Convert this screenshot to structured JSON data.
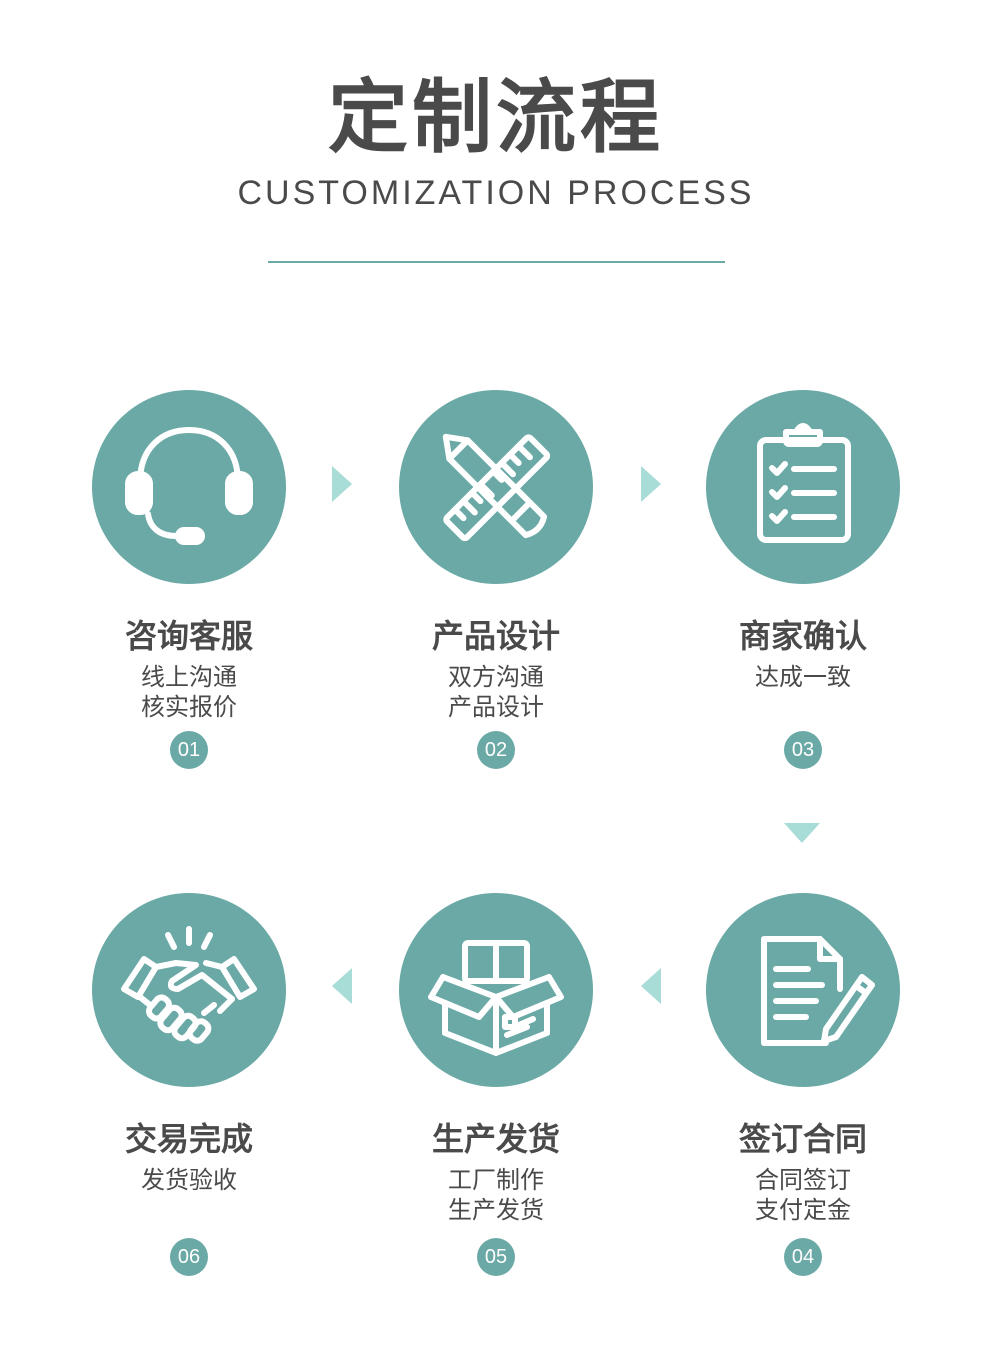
{
  "header": {
    "title": "定制流程",
    "subtitle": "CUSTOMIZATION PROCESS"
  },
  "colors": {
    "accent": "#6aa9a6",
    "arrow": "#a8dcd6",
    "text": "#4a4a4a"
  },
  "steps": [
    {
      "title": "咨询客服",
      "lines": [
        "线上沟通",
        "核实报价"
      ],
      "number": "01",
      "icon": "headset-icon"
    },
    {
      "title": "产品设计",
      "lines": [
        "双方沟通",
        "产品设计"
      ],
      "number": "02",
      "icon": "pencil-ruler-icon"
    },
    {
      "title": "商家确认",
      "lines": [
        "达成一致"
      ],
      "number": "03",
      "icon": "clipboard-checklist-icon"
    },
    {
      "title": "签订合同",
      "lines": [
        "合同签订",
        "支付定金"
      ],
      "number": "04",
      "icon": "contract-sign-icon"
    },
    {
      "title": "生产发货",
      "lines": [
        "工厂制作",
        "生产发货"
      ],
      "number": "05",
      "icon": "package-box-icon"
    },
    {
      "title": "交易完成",
      "lines": [
        "发货验收"
      ],
      "number": "06",
      "icon": "handshake-icon"
    }
  ]
}
